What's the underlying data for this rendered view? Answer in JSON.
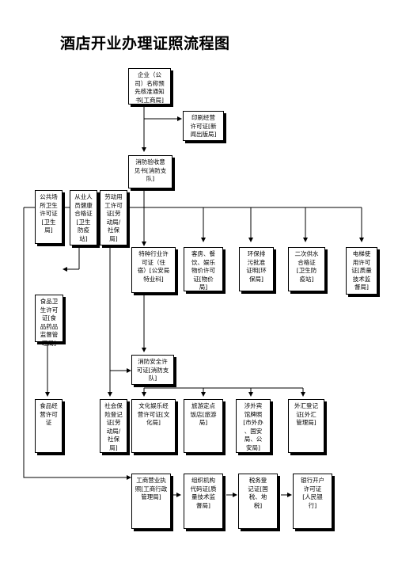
{
  "title": "酒店开业办理证照流程图",
  "boxes": {
    "name_approval": "企业（公\n司）名称预\n先核准通知\n书[工商局]",
    "printing_permit": "印刷经营\n许可证[新\n闻出版局]",
    "fire_acceptance": "消防验收意\n见书[消防支\n队]",
    "public_health": "公共场\n所卫生\n许可证\n[卫生\n局]",
    "staff_health": "从业人\n员健康\n合格证\n[卫生\n防疫\n站]",
    "labor_permit": "劳动用\n工许可\n证[劳\n动局/\n社保\n局]",
    "special_industry": "特种行业许\n可证（住\n宿）[公安局\n特业科]",
    "room_price": "客房、餐\n饮、娱乐\n物价许可\n证[物价\n局]",
    "environment": "环保排\n污批准\n证明[环\n保局]",
    "water_supply": "二次供水\n合格证\n[卫生防\n疫站]",
    "elevator": "电梯使\n用许可\n证[质量\n技术监\n督局]",
    "food_hygiene": "食品卫\n生许可\n证[食\n品药品\n监督管\n理局]",
    "fire_safety": "消防安全许\n可证[消防支\n队]",
    "food_business": "食品经\n营许可\n证",
    "social_insurance": "社会保\n险登记\n证[劳\n动局/\n社保\n局]",
    "culture_entertainment": "文化娱乐经\n营许可证[文\n化局]",
    "tourism": "旅游定点\n饭店[旅游\n局]",
    "foreign_guest": "涉外宾\n馆牌照\n[市外办\n、国安\n局、公\n安局]",
    "forex": "外汇登记\n证[外汇\n管理局]",
    "business_license": "工商营业执\n照[工商行政\n管理局]",
    "org_code": "组织机构\n代码证[质\n量技术监\n督局]",
    "tax": "税务登\n记证[国\n税、地\n税]",
    "bank_account": "银行开户\n许可证\n[人民银\n行]"
  }
}
